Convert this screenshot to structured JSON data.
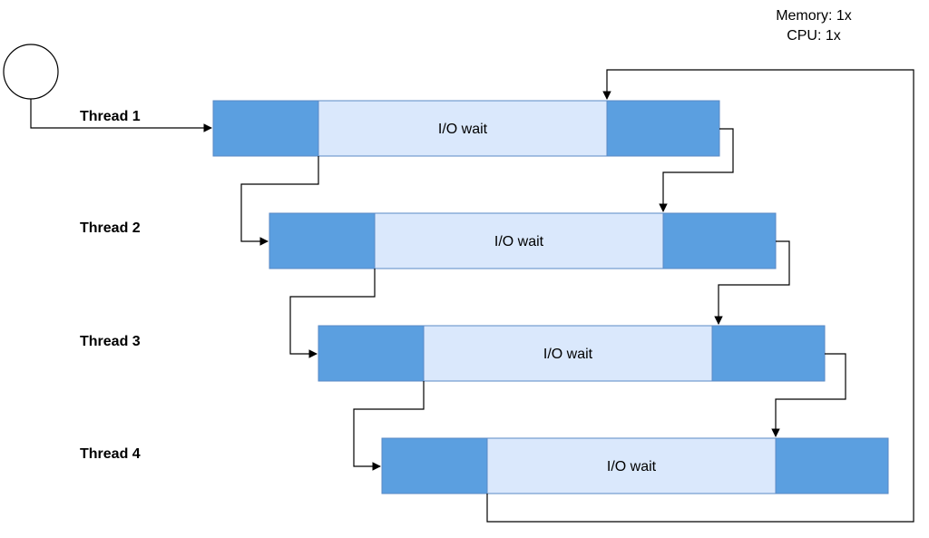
{
  "resources": {
    "memory": "Memory: 1x",
    "cpu": "CPU: 1x"
  },
  "threads": [
    {
      "label": "Thread 1",
      "wait_label": "I/O wait"
    },
    {
      "label": "Thread 2",
      "wait_label": "I/O wait"
    },
    {
      "label": "Thread 3",
      "wait_label": "I/O wait"
    },
    {
      "label": "Thread 4",
      "wait_label": "I/O wait"
    }
  ],
  "colors": {
    "cpu_block": "#5b9fe0",
    "wait_block": "#dae8fc",
    "block_border": "#5a8ac6",
    "line": "#000000"
  }
}
